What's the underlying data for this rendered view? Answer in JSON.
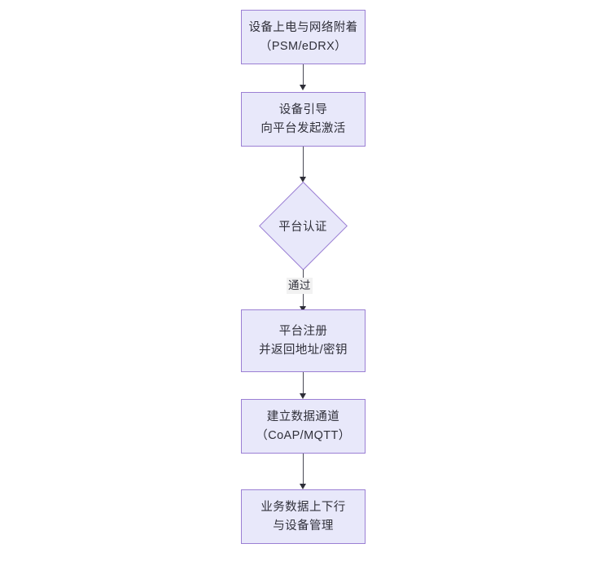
{
  "diagram": {
    "type": "flowchart",
    "orientation": "top-to-bottom",
    "background_color": "#ffffff",
    "node_fill_color": "#e8e8fa",
    "node_border_color": "#9b7fd4",
    "text_color": "#30303a",
    "connector_color": "#4a4a55",
    "nodes": [
      {
        "id": "n1",
        "shape": "rectangle",
        "lines": [
          "设备上电与网络附着",
          "（PSM/eDRX）"
        ]
      },
      {
        "id": "n2",
        "shape": "rectangle",
        "lines": [
          "设备引导",
          "向平台发起激活"
        ]
      },
      {
        "id": "n3",
        "shape": "diamond",
        "lines": [
          "平台认证"
        ]
      },
      {
        "id": "n4",
        "shape": "rectangle",
        "lines": [
          "平台注册",
          "并返回地址/密钥"
        ]
      },
      {
        "id": "n5",
        "shape": "rectangle",
        "lines": [
          "建立数据通道",
          "（CoAP/MQTT）"
        ]
      },
      {
        "id": "n6",
        "shape": "rectangle",
        "lines": [
          "业务数据上下行",
          "与设备管理"
        ]
      }
    ],
    "edges": [
      {
        "id": "e1",
        "from": "n1",
        "to": "n2",
        "label": ""
      },
      {
        "id": "e2",
        "from": "n2",
        "to": "n3",
        "label": ""
      },
      {
        "id": "e3",
        "from": "n3",
        "to": "n4",
        "label": "通过"
      },
      {
        "id": "e4",
        "from": "n4",
        "to": "n5",
        "label": ""
      },
      {
        "id": "e5",
        "from": "n5",
        "to": "n6",
        "label": ""
      }
    ]
  }
}
